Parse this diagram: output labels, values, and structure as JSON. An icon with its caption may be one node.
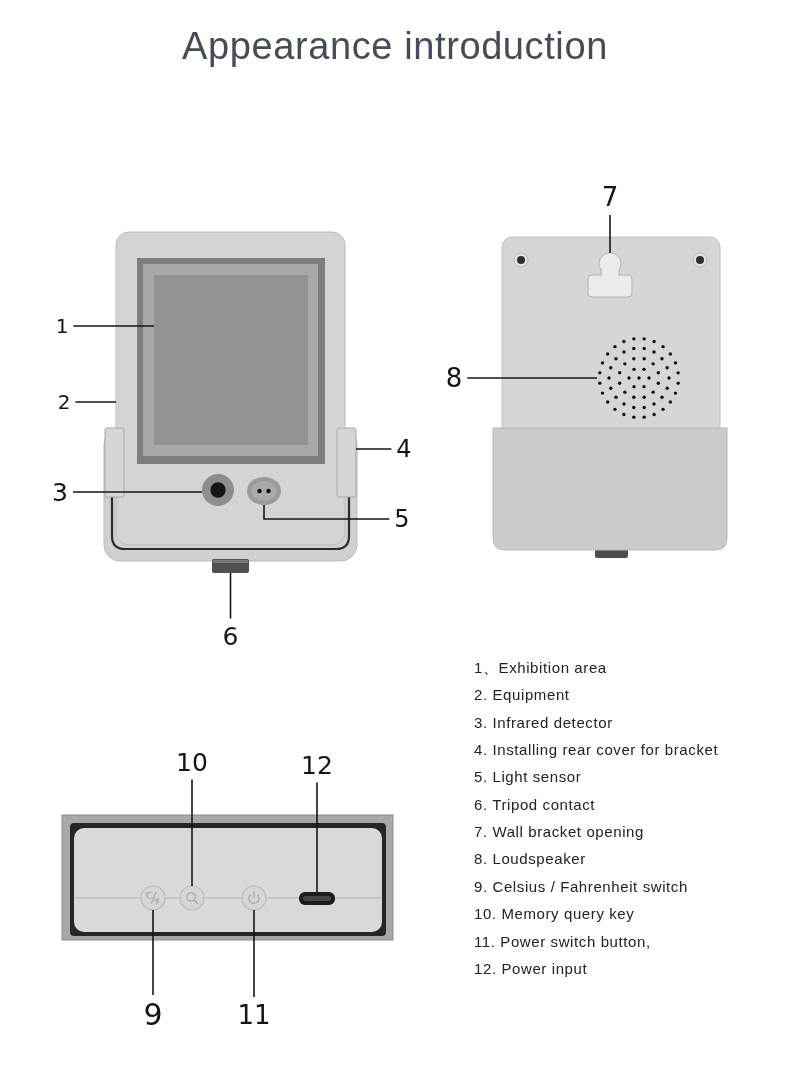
{
  "diagram": {
    "title": "Appearance introduction",
    "nodes": [
      {
        "text": [],
        "shape": "box"
      },
      {
        "text": [
          "1"
        ]
      },
      {
        "text": [],
        "shape": "box",
        "in": 0
      },
      {
        "text": [
          "2"
        ]
      },
      {
        "text": [
          "3"
        ]
      },
      {
        "text": [],
        "shape": "circle",
        "in": 0
      },
      {
        "text": [
          "4"
        ]
      },
      {
        "text": [],
        "shape": "box"
      },
      {
        "text": [
          "5"
        ]
      },
      {
        "text": [],
        "shape": "circle",
        "in": 0
      },
      {
        "text": [],
        "shape": "box"
      },
      {
        "text": [
          "6"
        ]
      },
      {
        "text": [
          "7"
        ]
      },
      {
        "text": [],
        "shape": "box"
      },
      {
        "text": [
          "8"
        ]
      },
      {
        "text": [],
        "shape": "circle"
      },
      {
        "text": [
          "10"
        ]
      },
      {
        "text": [
          "12"
        ]
      },
      {
        "text": [],
        "shape": "circle"
      },
      {
        "text": [],
        "shape": "circle"
      },
      {
        "text": [],
        "shape": "circle"
      },
      {
        "text": [],
        "shape": "box"
      },
      {
        "text": [
          "9"
        ]
      },
      {
        "text": [
          "11"
        ]
      }
    ],
    "edges": [
      {
        "from": 1,
        "to": 2,
        "arrow": "none"
      },
      {
        "from": 3,
        "to": 0,
        "arrow": "none"
      },
      {
        "from": 4,
        "to": 5,
        "arrow": "none"
      },
      {
        "from": 6,
        "to": 7,
        "arrow": "none"
      },
      {
        "from": 8,
        "to": 9,
        "arrow": "none"
      },
      {
        "from": 11,
        "to": 10,
        "arrow": "none"
      },
      {
        "from": 12,
        "to": 13,
        "arrow": "none"
      },
      {
        "from": 14,
        "to": 15,
        "arrow": "none"
      },
      {
        "from": 16,
        "to": 19,
        "arrow": "none"
      },
      {
        "from": 17,
        "to": 21,
        "arrow": "none"
      },
      {
        "from": 22,
        "to": 18,
        "arrow": "none"
      },
      {
        "from": 23,
        "to": 20,
        "arrow": "none"
      }
    ],
    "labels": [
      "1、Exhibition area",
      "2. Equipment",
      "3. Infrared detector",
      "4. Installing rear cover for bracket",
      "5. Light sensor",
      "6. Tripod contact",
      "7. Wall bracket opening",
      "8. Loudspeaker",
      "9. Celsius / Fahrenheit switch",
      "10. Memory query key",
      "11. Power switch button,",
      "12. Power input"
    ]
  }
}
